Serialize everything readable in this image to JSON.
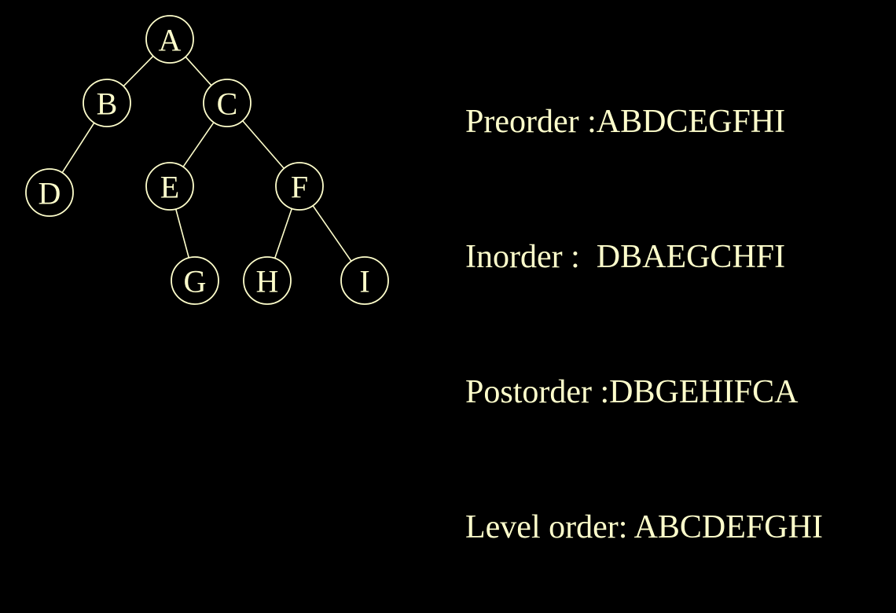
{
  "colors": {
    "background": "#000000",
    "foreground": "#ffffcc"
  },
  "tree": {
    "nodes": [
      {
        "id": "A",
        "label": "A"
      },
      {
        "id": "B",
        "label": "B"
      },
      {
        "id": "C",
        "label": "C"
      },
      {
        "id": "D",
        "label": "D"
      },
      {
        "id": "E",
        "label": "E"
      },
      {
        "id": "F",
        "label": "F"
      },
      {
        "id": "G",
        "label": "G"
      },
      {
        "id": "H",
        "label": "H"
      },
      {
        "id": "I",
        "label": "I"
      }
    ],
    "edges": [
      [
        "A",
        "B"
      ],
      [
        "A",
        "C"
      ],
      [
        "B",
        "D"
      ],
      [
        "C",
        "E"
      ],
      [
        "C",
        "F"
      ],
      [
        "E",
        "G"
      ],
      [
        "F",
        "H"
      ],
      [
        "F",
        "I"
      ]
    ]
  },
  "traversals": {
    "preorder": "Preorder :ABDCEGFHI",
    "inorder": "Inorder :  DBAEGCHFI",
    "postorder": "Postorder :DBGEHIFCA",
    "levelorder": "Level order: ABCDEFGHI"
  }
}
